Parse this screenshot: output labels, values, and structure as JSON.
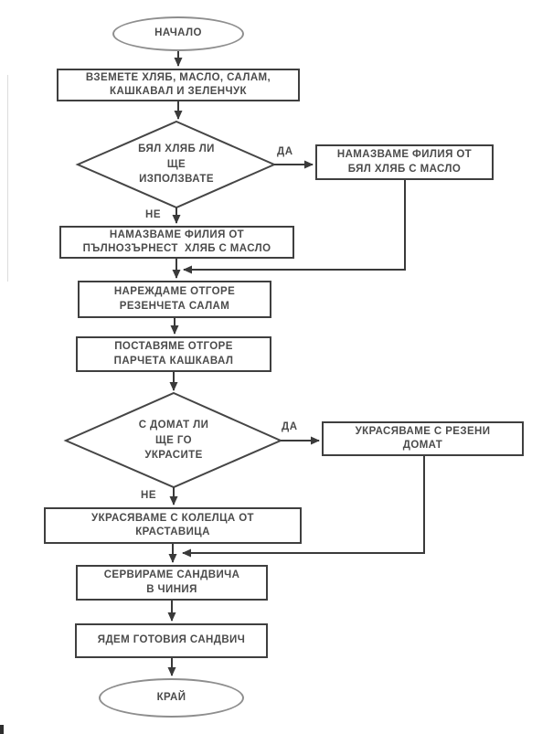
{
  "flowchart": {
    "colors": {
      "background": "#ffffff",
      "line": "#3a3a3a",
      "process_border": "#3f3f3f",
      "terminator_border": "#8e8e8e",
      "text": "#4b4b4b"
    },
    "nodes": {
      "start": {
        "type": "terminator",
        "label": "НАЧАЛО"
      },
      "get_ingredients": {
        "type": "process",
        "label": "ВЗЕМЕТЕ ХЛЯБ, МАСЛО, САЛАМ,\nКАШКАВАЛ И ЗЕЛЕНЧУК"
      },
      "white_bread_decision": {
        "type": "decision",
        "label": "БЯЛ ХЛЯБ ЛИ\nЩЕ\nИЗПОЛЗВАТЕ"
      },
      "butter_white_bread": {
        "type": "process",
        "label": "НАМАЗВАМЕ ФИЛИЯ ОТ\nБЯЛ ХЛЯБ С МАСЛО"
      },
      "butter_wholegrain_bread": {
        "type": "process",
        "label": "НАМАЗВАМЕ ФИЛИЯ ОТ\nПЪЛНОЗЪРНЕСТ  ХЛЯБ С МАСЛО"
      },
      "add_salami": {
        "type": "process",
        "label": "НАРЕЖДАМЕ ОТГОРЕ\nРЕЗЕНЧЕТА САЛАМ"
      },
      "add_cheese": {
        "type": "process",
        "label": "ПОСТАВЯМЕ ОТГОРЕ\nПАРЧЕТА КАШКАВАЛ"
      },
      "tomato_decision": {
        "type": "decision",
        "label": "С ДОМАТ ЛИ\nЩЕ ГО\nУКРАСИТЕ"
      },
      "garnish_tomato": {
        "type": "process",
        "label": "УКРАСЯВАМЕ С РЕЗЕНИ\nДОМАТ"
      },
      "garnish_cucumber": {
        "type": "process",
        "label": "УКРАСЯВАМЕ С КОЛЕЛЦА ОТ\nКРАСТАВИЦА"
      },
      "serve_sandwich": {
        "type": "process",
        "label": "СЕРВИРАМЕ САНДВИЧА\nВ ЧИНИЯ"
      },
      "eat_sandwich": {
        "type": "process",
        "label": "ЯДЕМ ГОТОВИЯ САНДВИЧ"
      },
      "end": {
        "type": "terminator",
        "label": "КРАЙ"
      }
    },
    "branch_labels": {
      "decision1_yes": "ДА",
      "decision1_no": "НЕ",
      "decision2_yes": "ДА",
      "decision2_no": "НЕ"
    }
  }
}
